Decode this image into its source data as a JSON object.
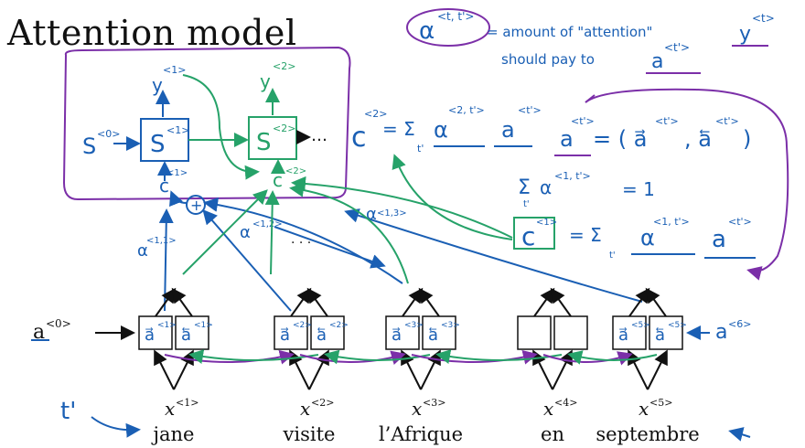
{
  "title": "Attention model",
  "colors": {
    "ink": "#111111",
    "blue": "#1a5fb4",
    "green": "#26a269",
    "purple": "#7b2fa8"
  },
  "note": {
    "alpha_label": "α",
    "alpha_sup": "<t, t'>",
    "line1": "= amount of \"attention\"",
    "y_label": "y",
    "y_sup": "<t>",
    "line2": "should pay to",
    "a_label": "a",
    "a_sup": "<t'>"
  },
  "decoder": {
    "s0": "S",
    "s0_sup": "<0>",
    "s1": "S",
    "s1_sup": "<1>",
    "s2": "S",
    "s2_sup": "<2>",
    "y1": "y",
    "y1_sup": "<1>",
    "y2": "y",
    "y2_sup": "<2>",
    "c1": "c",
    "c1_sup": "<1>",
    "c2": "c",
    "c2_sup": "<2>",
    "ellipsis": "…",
    "plus": "+",
    "alpha11": "α",
    "alpha11_sup": "<1,1>",
    "alpha12": "α",
    "alpha12_sup": "<1,2>",
    "alpha13": "α",
    "alpha13_sup": "<1,3>",
    "dots": "· · ·"
  },
  "equations": {
    "c2_lhs": "c",
    "c2_sup": "<2>",
    "c2_eq": "= Σ",
    "c2_sub": "t'",
    "c2_alpha": "α",
    "c2_alpha_sup": "<2, t'>",
    "c2_a": "a",
    "c2_a_sup": "<t'>",
    "a_def_lhs": "a",
    "a_def_sup": "<t'>",
    "a_def_rhs": "= ( a⃗",
    "a_def_rhs_sup": "<t'>",
    "a_def_back": ", a⃖",
    "a_def_back_sup": "<t'>",
    "a_def_close": ")",
    "sum_lhs": "Σ",
    "sum_sub": "t'",
    "sum_alpha": "α",
    "sum_sup": "<1, t'>",
    "sum_rhs": "= 1",
    "c1_lhs": "c",
    "c1_sup": "<1>",
    "c1_eq": "= Σ",
    "c1_sub": "t'",
    "c1_alpha": "α",
    "c1_alpha_sup": "<1, t'>",
    "c1_a": "a",
    "c1_a_sup": "<t'>"
  },
  "encoder": {
    "a0": "a",
    "a0_sup": "<0>",
    "a6": "a",
    "a6_sup": "<6>",
    "fwd_sup": "<1>",
    "t_prime": "t'",
    "cells": [
      {
        "fwd": "a⃗",
        "fwd_sup": "<1>",
        "bwd": "a⃖",
        "bwd_sup": "<1>"
      },
      {
        "fwd": "a⃗",
        "fwd_sup": "<2>",
        "bwd": "a⃖",
        "bwd_sup": "<2>"
      },
      {
        "fwd": "a⃗",
        "fwd_sup": "<3>",
        "bwd": "a⃖",
        "bwd_sup": "<3>"
      },
      {
        "fwd": "",
        "fwd_sup": "",
        "bwd": "",
        "bwd_sup": ""
      },
      {
        "fwd": "a⃗",
        "fwd_sup": "<5>",
        "bwd": "a⃖",
        "bwd_sup": "<5>"
      }
    ],
    "inputs": [
      {
        "x": "x",
        "sup": "<1>",
        "word": "jane"
      },
      {
        "x": "x",
        "sup": "<2>",
        "word": "visite"
      },
      {
        "x": "x",
        "sup": "<3>",
        "word": "l’Afrique"
      },
      {
        "x": "x",
        "sup": "<4>",
        "word": "en"
      },
      {
        "x": "x",
        "sup": "<5>",
        "word": "septembre"
      }
    ]
  }
}
